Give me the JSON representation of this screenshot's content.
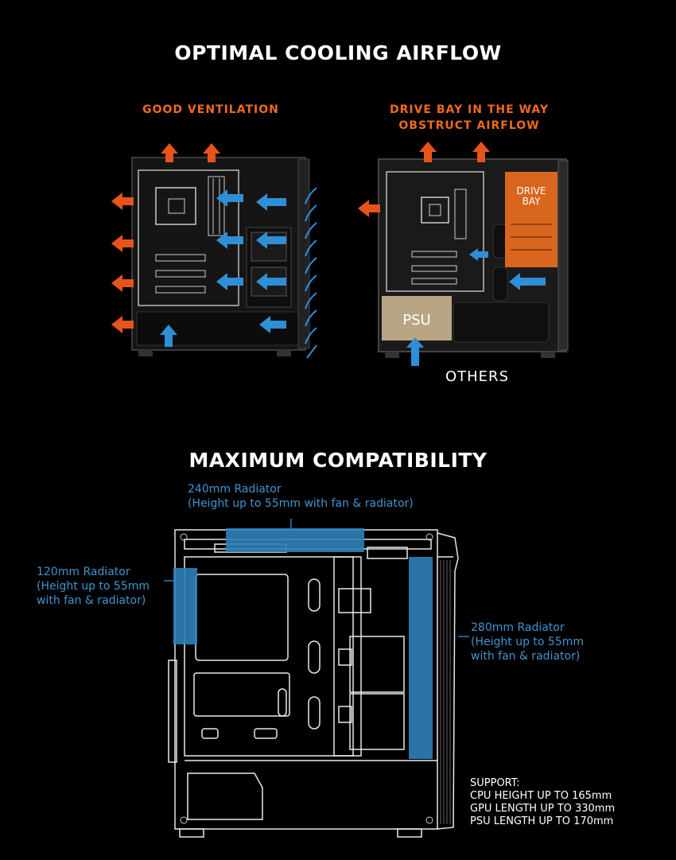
{
  "section_airflow": {
    "title": "OPTIMAL COOLING AIRFLOW",
    "good_label": "GOOD VENTILATION",
    "bad_label_line1": "DRIVE BAY IN THE WAY",
    "bad_label_line2": "OBSTRUCT AIRFLOW",
    "drive_bay_line1": "DRIVE",
    "drive_bay_line2": "BAY",
    "psu_label": "PSU",
    "others_label": "OTHERS"
  },
  "section_compat": {
    "title": "MAXIMUM COMPATIBILITY",
    "rad240_line1": "240mm Radiator",
    "rad240_line2": "(Height up to 55mm with fan & radiator)",
    "rad120_line1": "120mm Radiator",
    "rad120_line2": "(Height up to 55mm",
    "rad120_line3": "with fan & radiator)",
    "rad280_line1": "280mm Radiator",
    "rad280_line2": "(Height up to 55mm",
    "rad280_line3": "with fan & radiator)",
    "support_title": "SUPPORT:",
    "support_cpu": "CPU HEIGHT UP TO 165mm",
    "support_gpu": "GPU LENGTH UP TO 330mm",
    "support_psu": "PSU LENGTH UP TO 170mm"
  },
  "colors": {
    "arrow_orange": "#e8531c",
    "arrow_blue": "#2f8fd6",
    "radiator_blue": "#2f7fb8",
    "drive_bay": "#d9661e",
    "psu_box": "#b8a584"
  }
}
